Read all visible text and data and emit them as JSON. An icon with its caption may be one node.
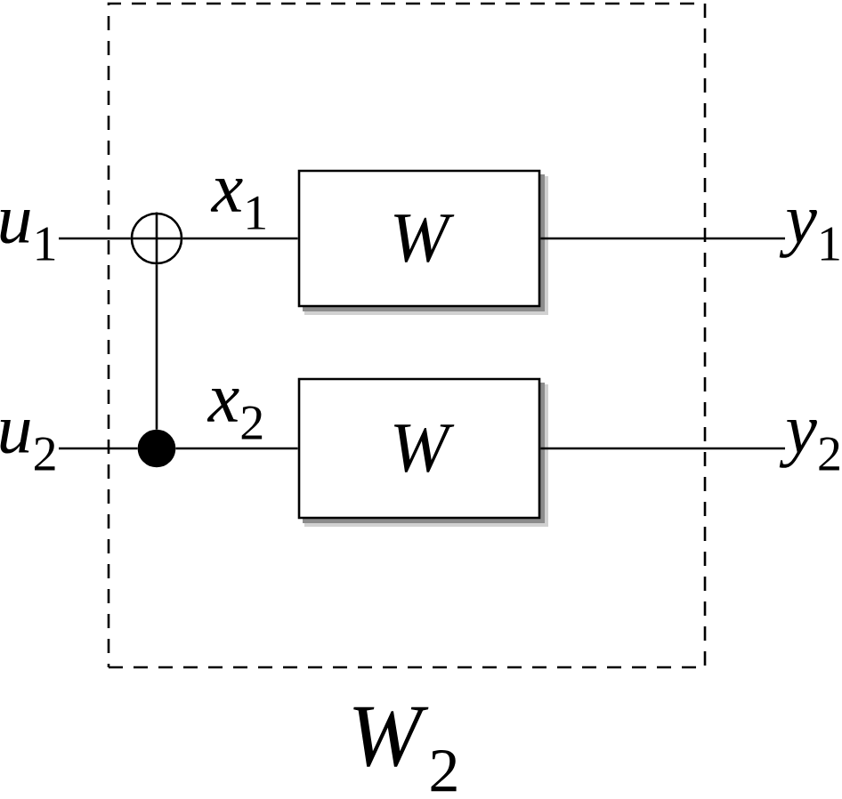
{
  "diagram": {
    "nodes": [
      {
        "text": [
          "*W*$_{2}$"
        ]
      },
      {
        "text": [
          "*u*$_{1}$"
        ]
      },
      {
        "text": [
          "*u*$_{2}$"
        ]
      },
      {
        "text": [],
        "shape": "circle",
        "in": 0
      },
      {
        "text": [],
        "shape": "circle",
        "in": 0
      },
      {
        "text": [
          "W"
        ],
        "in": 0
      },
      {
        "text": [
          "W"
        ],
        "in": 0
      },
      {
        "text": [
          "*y*$_{1}$"
        ]
      },
      {
        "text": [
          "*y*$_{2}$"
        ]
      }
    ],
    "edges": [
      {
        "from": 1,
        "to": 3,
        "arrow": "none"
      },
      {
        "from": 3,
        "to": 5,
        "arrow": "none",
        "label": "*x*$_{1}$"
      },
      {
        "from": 5,
        "to": 7,
        "arrow": "none"
      },
      {
        "from": 2,
        "to": 4,
        "arrow": "none"
      },
      {
        "from": 4,
        "to": 6,
        "arrow": "none",
        "label": "*x*$_{2}$"
      },
      {
        "from": 6,
        "to": 8,
        "arrow": "none"
      },
      {
        "from": 4,
        "to": 3,
        "arrow": "none"
      }
    ]
  }
}
